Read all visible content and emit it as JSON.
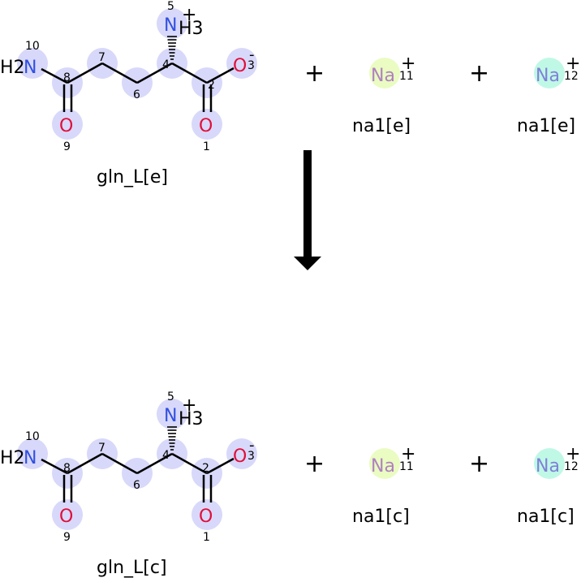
{
  "reaction": {
    "arrow_direction": "down",
    "reactants": [
      {
        "name": "gln_L[e]",
        "type": "glutamine"
      },
      {
        "name": "na1[e]",
        "type": "sodium",
        "index": "11",
        "charge": "+",
        "element": "Na"
      },
      {
        "name": "na1[e]",
        "type": "sodium",
        "index": "12",
        "charge": "+",
        "element": "Na"
      }
    ],
    "products": [
      {
        "name": "gln_L[c]",
        "type": "glutamine"
      },
      {
        "name": "na1[c]",
        "type": "sodium",
        "index": "11",
        "charge": "+",
        "element": "Na"
      },
      {
        "name": "na1[c]",
        "type": "sodium",
        "index": "12",
        "charge": "+",
        "element": "Na"
      }
    ],
    "plus_sign": "+"
  },
  "glutamine": {
    "atoms": {
      "n10": {
        "symbol": "N",
        "prefix": "H2",
        "index": "10"
      },
      "c8": {
        "index": "8"
      },
      "o9": {
        "symbol": "O",
        "index": "9"
      },
      "c7": {
        "index": "7"
      },
      "c6": {
        "index": "6"
      },
      "c4": {
        "index": "4"
      },
      "n5": {
        "symbol": "N",
        "suffix": "H3",
        "index": "5",
        "charge": "+"
      },
      "c2": {
        "index": "2"
      },
      "o1": {
        "symbol": "O",
        "index": "1"
      },
      "o3": {
        "symbol": "O",
        "index": "3",
        "charge": "-"
      }
    }
  },
  "colors": {
    "atom_highlight": "#d8d8fa",
    "nitrogen": "#3050e0",
    "oxygen": "#e0103a",
    "na11_highlight": "#eafcc2",
    "na12_highlight": "#c0f8e6",
    "na11_text": "#b080c0",
    "na12_text": "#8080d8"
  }
}
